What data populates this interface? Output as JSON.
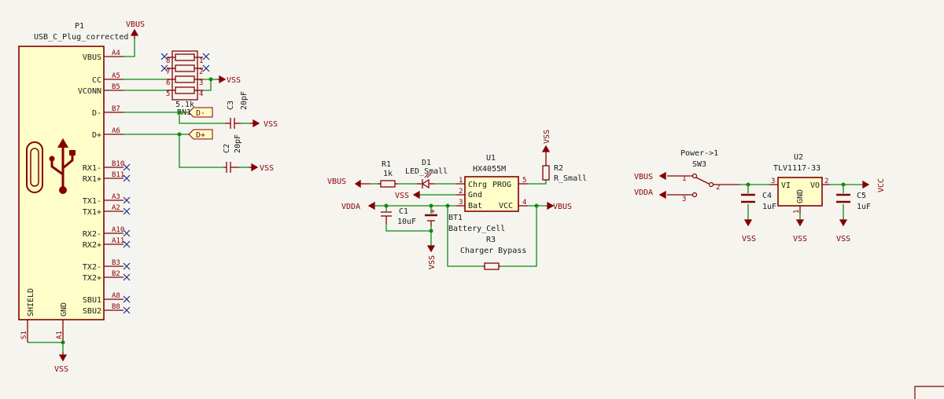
{
  "colors": {
    "background": "#f5f4ef",
    "wire": "#0f8a0f",
    "part": "#840000",
    "body_fill": "#fffdc8",
    "label": "#0d6b6b",
    "noconnect": "#1a2a8a"
  },
  "p1": {
    "ref": "P1",
    "value": "USB_C_Plug_corrected",
    "pins_left": [
      {
        "name": "VBUS",
        "num": "A4"
      },
      {
        "name": "CC",
        "num": "A5"
      },
      {
        "name": "VCONN",
        "num": "B5"
      },
      {
        "name": "D-",
        "num": "B7"
      },
      {
        "name": "D+",
        "num": "A6"
      },
      {
        "name": "RX1-",
        "num": "B10"
      },
      {
        "name": "RX1+",
        "num": "B11"
      },
      {
        "name": "TX1-",
        "num": "A3"
      },
      {
        "name": "TX1+",
        "num": "A2"
      },
      {
        "name": "RX2-",
        "num": "A10"
      },
      {
        "name": "RX2+",
        "num": "A11"
      },
      {
        "name": "TX2-",
        "num": "B3"
      },
      {
        "name": "TX2+",
        "num": "B2"
      },
      {
        "name": "SBU1",
        "num": "A8"
      },
      {
        "name": "SBU2",
        "num": "B8"
      }
    ],
    "shield": "SHIELD",
    "gnd": "GND",
    "shield_pin": "S1",
    "gnd_pin": "A1"
  },
  "rn1": {
    "ref": "RN1",
    "value": "5.1k",
    "left_pins": [
      "8",
      "7",
      "6",
      "5"
    ],
    "right_pins": [
      "1",
      "2",
      "3",
      "4"
    ]
  },
  "c3": {
    "ref": "C3",
    "value": "20pF"
  },
  "c2": {
    "ref": "C2",
    "value": "20pF"
  },
  "labels": {
    "vbus": "VBUS",
    "vss": "VSS",
    "vdda": "VDDA",
    "vcc": "VCC",
    "dminus": "D-",
    "dplus": "D+"
  },
  "r1": {
    "ref": "R1",
    "value": "1k"
  },
  "d1": {
    "ref": "D1",
    "value": "LED_Small"
  },
  "u1": {
    "ref": "U1",
    "value": "HX4055M",
    "pins": [
      "Chrg",
      "Gnd",
      "Bat",
      "PROG",
      "VCC"
    ],
    "nums": [
      "1",
      "2",
      "3",
      "5",
      "4"
    ]
  },
  "r2": {
    "ref": "R2",
    "value": "R_Small"
  },
  "c1": {
    "ref": "C1",
    "value": "10uF"
  },
  "bt1": {
    "ref": "BT1",
    "value": "Battery_Cell"
  },
  "r3": {
    "ref": "R3",
    "value": "Charger Bypass"
  },
  "sw3": {
    "ref": "SW3",
    "value": "Power->1",
    "pins": [
      "1",
      "2",
      "3"
    ]
  },
  "u2": {
    "ref": "U2",
    "value": "TLV1117-33",
    "pins": [
      "VI",
      "GND",
      "VO"
    ],
    "nums": [
      "3",
      "1",
      "2"
    ]
  },
  "c4": {
    "ref": "C4",
    "value": "1uF"
  },
  "c5": {
    "ref": "C5",
    "value": "1uF"
  }
}
